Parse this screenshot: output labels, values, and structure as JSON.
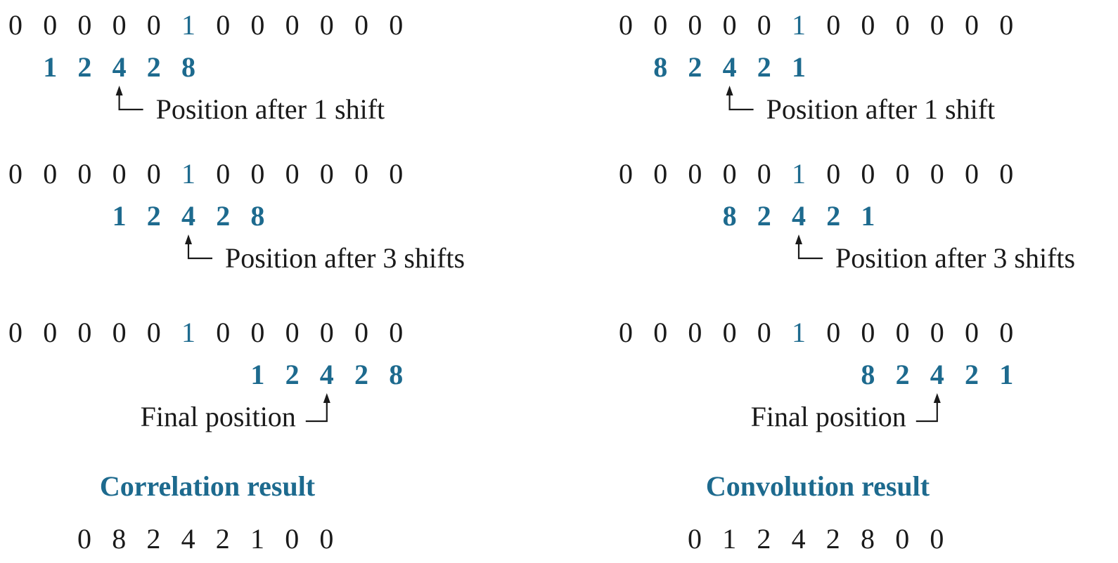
{
  "signal_row": [
    "0",
    "0",
    "0",
    "0",
    "0",
    "1",
    "0",
    "0",
    "0",
    "0",
    "0",
    "0"
  ],
  "signal_highlight_index": 5,
  "panels": [
    {
      "id": "correlation",
      "kernel": [
        "1",
        "2",
        "4",
        "2",
        "8"
      ],
      "steps": [
        {
          "label": "Position after 1 shift"
        },
        {
          "label": "Position after 3 shifts"
        },
        {
          "label": "Final position"
        }
      ],
      "result_title": "Correlation result",
      "result_values": [
        "0",
        "8",
        "2",
        "4",
        "2",
        "1",
        "0",
        "0"
      ]
    },
    {
      "id": "convolution",
      "kernel": [
        "8",
        "2",
        "4",
        "2",
        "1"
      ],
      "steps": [
        {
          "label": "Position after 1 shift"
        },
        {
          "label": "Position after 3 shifts"
        },
        {
          "label": "Final position"
        }
      ],
      "result_title": "Convolution result",
      "result_values": [
        "0",
        "1",
        "2",
        "4",
        "2",
        "8",
        "0",
        "0"
      ]
    }
  ],
  "colors": {
    "accent": "#1d6a8e",
    "text": "#1a1a1a"
  }
}
